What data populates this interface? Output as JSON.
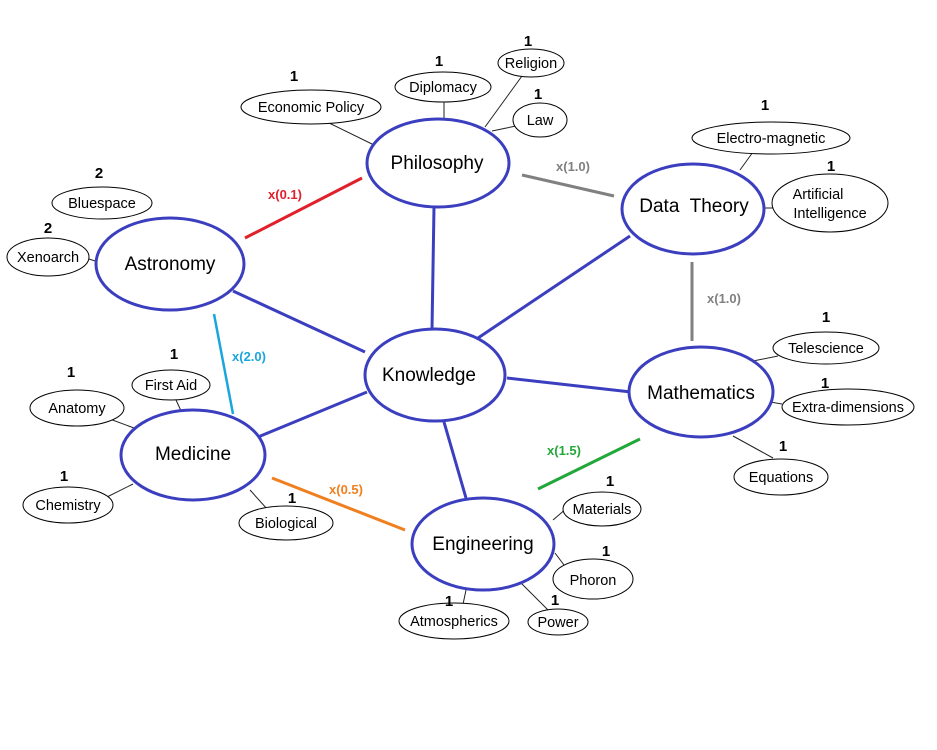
{
  "central": {
    "label": "Knowledge"
  },
  "categories": {
    "philosophy": "Philosophy",
    "data_theory": "Data  Theory",
    "astronomy": "Astronomy",
    "mathematics": "Mathematics",
    "medicine": "Medicine",
    "engineering": "Engineering"
  },
  "topics": {
    "economic_policy": {
      "label": "Economic Policy",
      "level": "1"
    },
    "diplomacy": {
      "label": "Diplomacy",
      "level": "1"
    },
    "religion": {
      "label": "Religion",
      "level": "1"
    },
    "law": {
      "label": "Law",
      "level": "1"
    },
    "electromagnetic": {
      "label": "Electro-magnetic",
      "level": "1"
    },
    "ai": {
      "label_line1": "Artificial",
      "label_line2": "Intelligence",
      "level": "1"
    },
    "bluespace": {
      "label": "Bluespace",
      "level": "2"
    },
    "xenoarch": {
      "label": "Xenoarch",
      "level": "2"
    },
    "telescience": {
      "label": "Telescience",
      "level": "1"
    },
    "extra_dimensions": {
      "label": "Extra-dimensions",
      "level": "1"
    },
    "equations": {
      "label": "Equations",
      "level": "1"
    },
    "first_aid": {
      "label": "First Aid",
      "level": "1"
    },
    "anatomy": {
      "label": "Anatomy",
      "level": "1"
    },
    "chemistry": {
      "label": "Chemistry",
      "level": "1"
    },
    "biological": {
      "label": "Biological",
      "level": "1"
    },
    "materials": {
      "label": "Materials",
      "level": "1"
    },
    "phoron": {
      "label": "Phoron",
      "level": "1"
    },
    "power": {
      "label": "Power",
      "level": "1"
    },
    "atmospherics": {
      "label": "Atmospherics",
      "level": "1"
    }
  },
  "multipliers": {
    "astronomy_philosophy": {
      "label": "x(0.1)",
      "color": "#e0202a"
    },
    "philosophy_datatheory": {
      "label": "x(1.0)",
      "color": "#808080"
    },
    "datatheory_mathematics": {
      "label": "x(1.0)",
      "color": "#808080"
    },
    "astronomy_medicine": {
      "label": "x(2.0)",
      "color": "#1aa6dc"
    },
    "mathematics_engineering": {
      "label": "x(1.5)",
      "color": "#22a83a"
    },
    "medicine_engineering": {
      "label": "x(0.5)",
      "color": "#f07f1f"
    }
  },
  "colors": {
    "main_outline": "#3b3fbf",
    "sub_outline": "#000000",
    "background": "#ffffff"
  }
}
